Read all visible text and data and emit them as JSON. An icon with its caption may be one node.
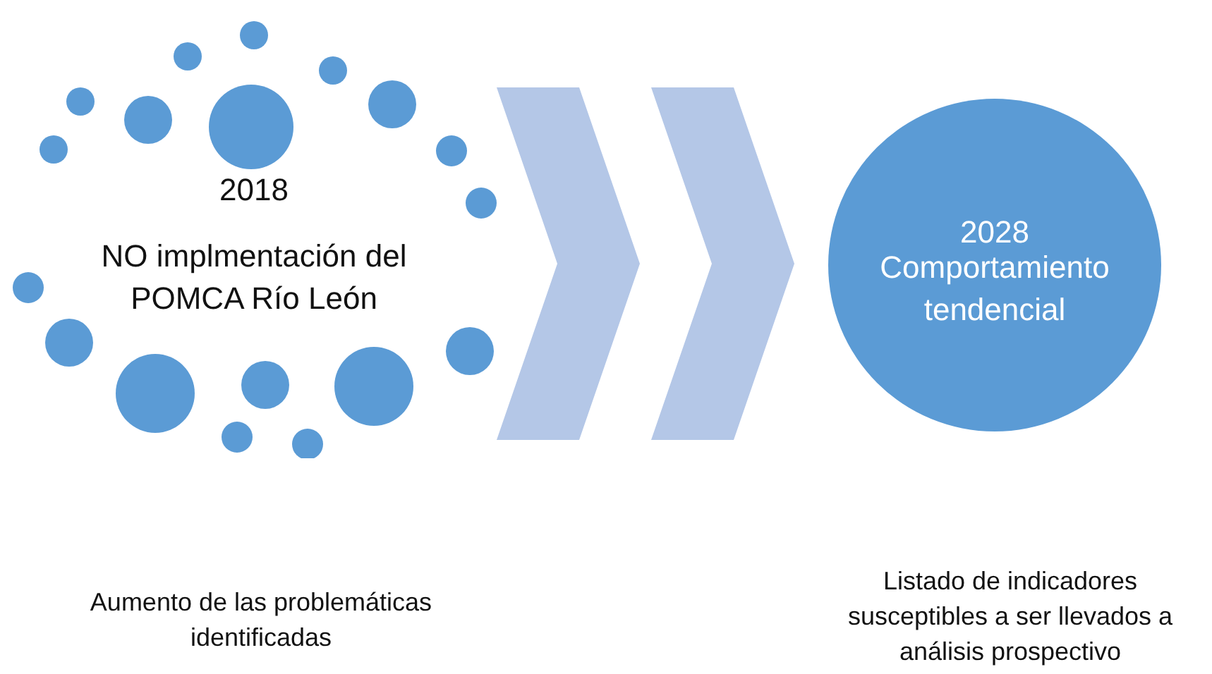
{
  "diagram": {
    "nodes": [
      {
        "text": [
          "2018",
          "NO implmentación del POMCA Río León"
        ]
      },
      {
        "text": [
          "2028",
          "Comportamiento tendencial"
        ]
      }
    ],
    "edges": [
      {
        "from": 0,
        "to": 1,
        "arrow": "to"
      }
    ],
    "labels": [
      "Aumento de las problemáticas identificadas",
      "Listado de indicadores susceptibles a ser llevados a análisis prospectivo"
    ]
  }
}
